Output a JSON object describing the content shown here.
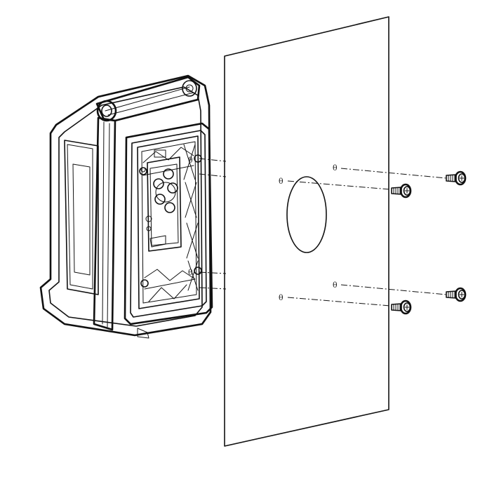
{
  "diagram": {
    "type": "exploded-mounting-view",
    "hole_marks": [
      "θ",
      "θ",
      "θ",
      "θ",
      "θ",
      "θ"
    ],
    "colors": {
      "line": "#111111",
      "background": "#ffffff",
      "panel_fill": "#ffffff"
    },
    "parts": [
      "enclosure-housing",
      "mounting-panel",
      "screw",
      "screw",
      "screw",
      "screw"
    ]
  }
}
